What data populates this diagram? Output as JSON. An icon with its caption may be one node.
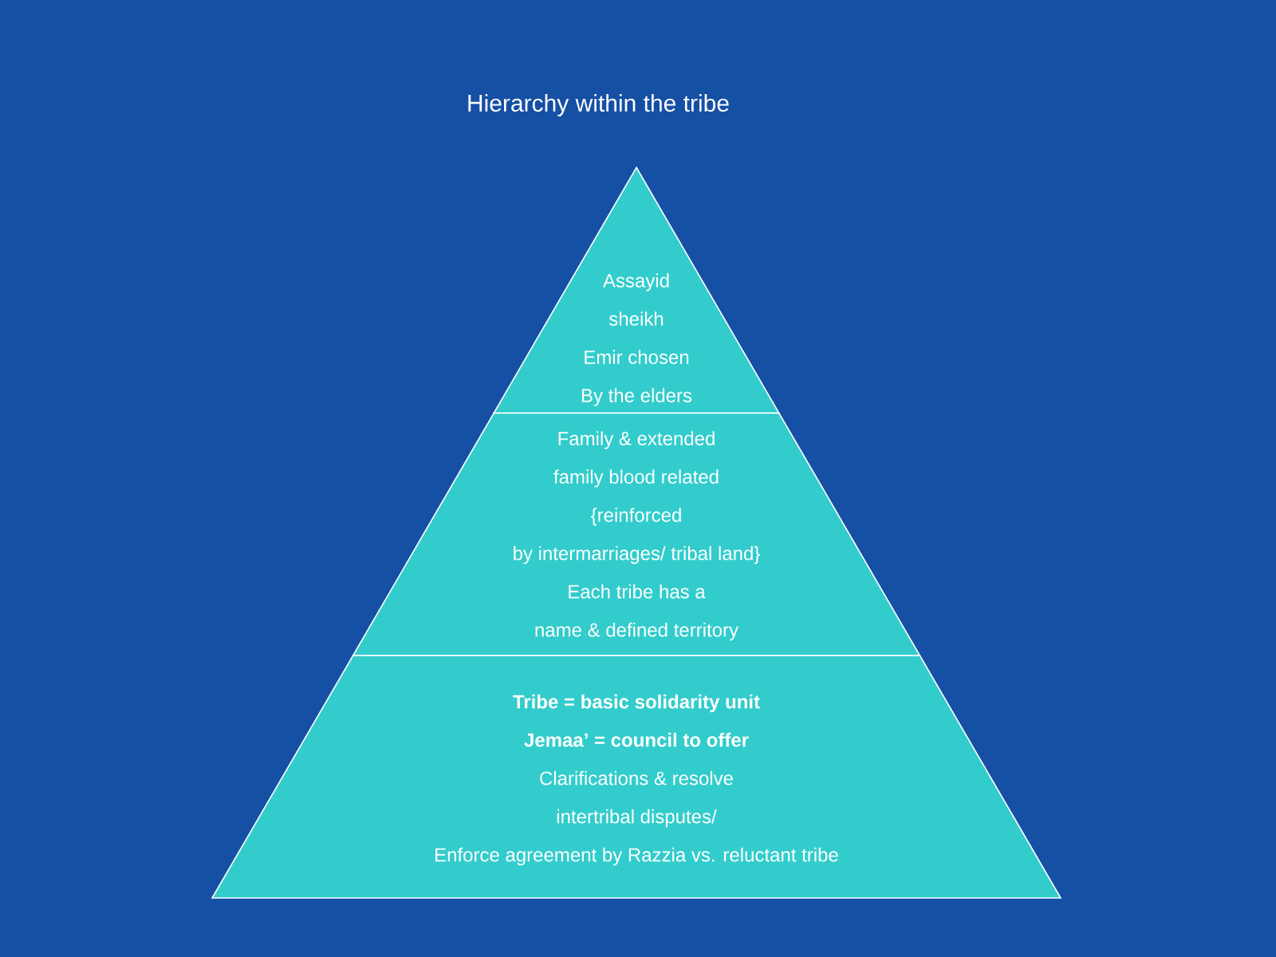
{
  "diagram": {
    "title": "Hierarchy within the tribe",
    "nodes": [
      {
        "text": [
          "Assayid",
          "sheikh",
          "Emir chosen",
          "By the elders"
        ]
      },
      {
        "text": [
          "Family & extended",
          "family blood  related",
          "{reinforced",
          "by intermarriages/ tribal land}",
          "Each tribe has a",
          "name & defined territory"
        ]
      },
      {
        "text": [
          "Tribe = basic solidarity unit",
          "Jemaa’ = council to offer",
          "Clarifications &  resolve",
          "intertribal disputes/",
          "Enforce agreement by Razzia vs. reluctant tribe"
        ]
      }
    ]
  }
}
